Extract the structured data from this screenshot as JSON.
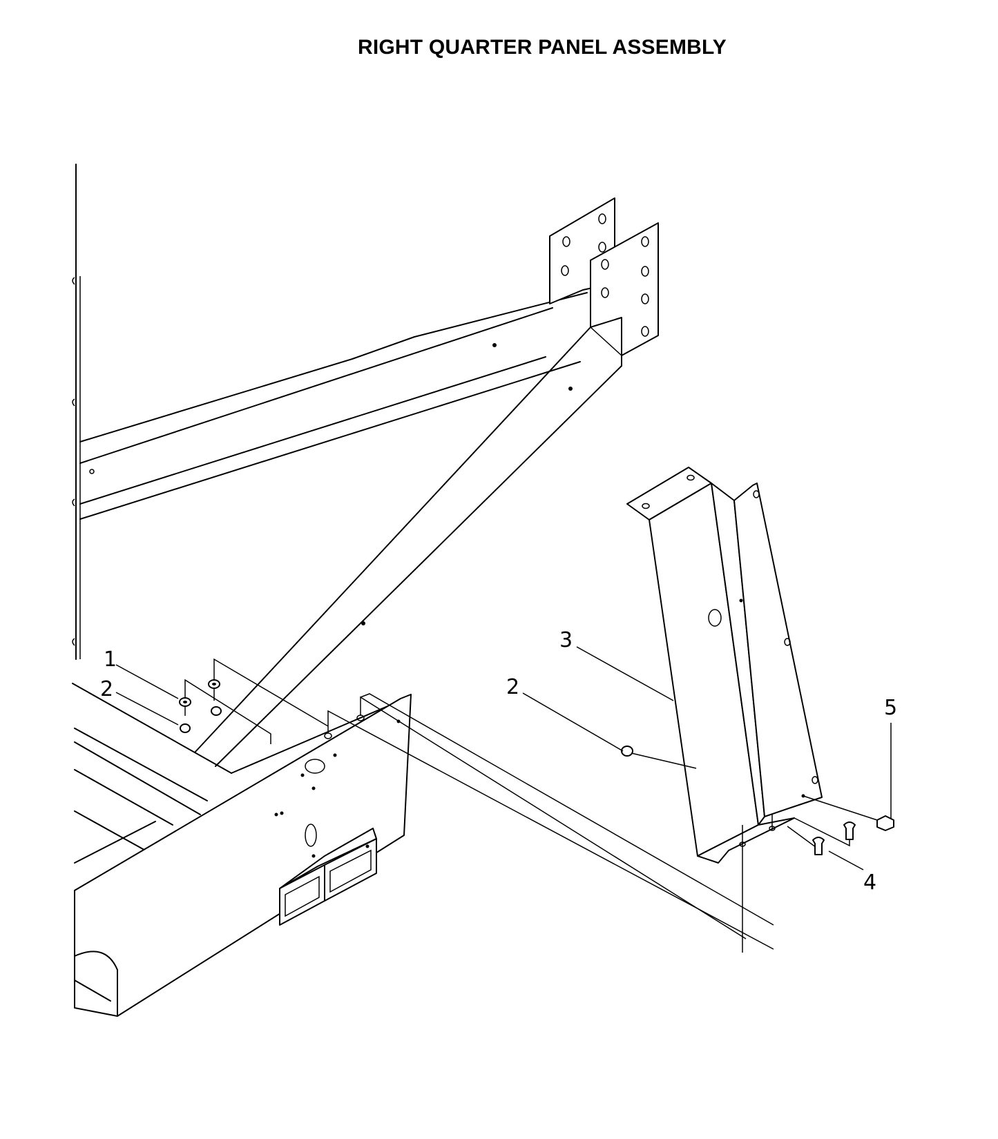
{
  "title": "RIGHT QUARTER PANEL ASSEMBLY",
  "callouts": {
    "c1": "1",
    "c2_left": "2",
    "c2_right": "2",
    "c3": "3",
    "c4": "4",
    "c5": "5"
  }
}
